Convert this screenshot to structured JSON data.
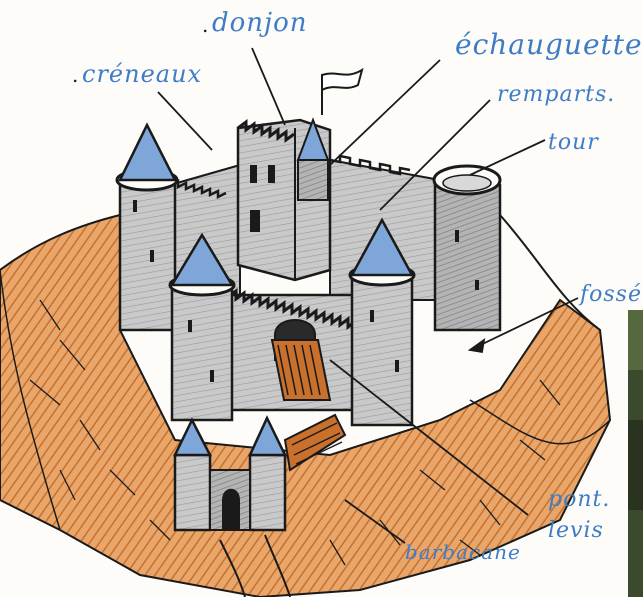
{
  "labels": {
    "creneaux": "créneaux",
    "donjon": "donjon",
    "echauguette": "échauguette",
    "remparts": "remparts.",
    "tour": "tour",
    "fosse": "fossé",
    "pont_levis_line1": "pont.",
    "pont_levis_line2": "levis",
    "barbacane": "barbacane"
  },
  "colors": {
    "paper": "#fdfcf8",
    "ink": "#1a1a1a",
    "label_blue": "#3e7cc7",
    "roof_blue": "#7fa6d8",
    "wall_grey": "#bdbdbd",
    "ground_orange": "#d98a45"
  }
}
